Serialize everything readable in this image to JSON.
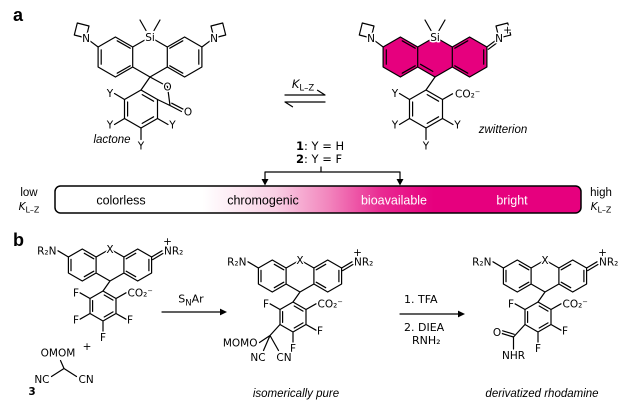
{
  "colors": {
    "magenta": "#e6007e"
  },
  "panel_a": {
    "label": "a",
    "lactone": {
      "caption": "lactone",
      "n_left": "N",
      "n_right": "N",
      "si": "Si",
      "o_ring": "O",
      "o_carbonyl": "O",
      "y_ul": "Y",
      "y_ll": "Y",
      "y_b": "Y",
      "y_lr": "Y"
    },
    "equilibrium": {
      "k": "K",
      "k_sub": "L–Z"
    },
    "zwitterion": {
      "caption": "zwitterion",
      "n_left": "N",
      "n_right": "N",
      "n_charge": "+",
      "si": "Si",
      "co2": "CO₂⁻",
      "y_ul": "Y",
      "y_ll": "Y",
      "y_b": "Y",
      "y_lr": "Y"
    },
    "legend": {
      "num1": "1",
      "def1": ": Y = H",
      "num2": "2",
      "def2": ": Y = F"
    },
    "bar": {
      "seg1": "colorless",
      "seg2": "chromogenic",
      "seg3": "bioavailable",
      "seg4": "bright",
      "low": "low",
      "high": "high",
      "k": "K",
      "k_sub": "L–Z"
    }
  },
  "panel_b": {
    "label": "b",
    "reactant": {
      "nr2_left": "R₂N",
      "x": "X",
      "nr2_right": "NR₂",
      "charge": "+",
      "co2": "CO₂⁻",
      "f_ul": "F",
      "f_ll": "F",
      "f_b": "F",
      "f_lr": "F"
    },
    "plus": "+",
    "compound3": {
      "omom": "OMOM",
      "nc": "NC",
      "cn": "CN",
      "num": "3"
    },
    "arrow1": {
      "s": "S",
      "sub": "N",
      "ar": "Ar"
    },
    "intermediate": {
      "caption": "isomerically pure",
      "nr2_left": "R₂N",
      "x": "X",
      "nr2_right": "NR₂",
      "charge": "+",
      "co2": "CO₂⁻",
      "f_ul": "F",
      "f_b": "F",
      "f_lr": "F",
      "momo": "MOMO",
      "nc": "NC",
      "cn": "CN"
    },
    "arrow2": {
      "line1": "1. TFA",
      "line2": "2. DIEA",
      "line3": "RNH₂"
    },
    "product": {
      "caption": "derivatized rhodamine",
      "nr2_left": "R₂N",
      "x": "X",
      "nr2_right": "NR₂",
      "charge": "+",
      "co2": "CO₂⁻",
      "f_ul": "F",
      "f_b": "F",
      "f_lr": "F",
      "o": "O",
      "nhr": "NHR"
    }
  }
}
